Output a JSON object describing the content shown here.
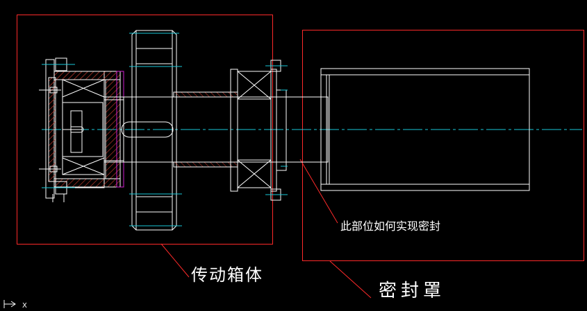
{
  "labels": {
    "question": "此部位如何实现密封",
    "gearbox": "传动箱体",
    "cover": "密封罩"
  },
  "ucs": {
    "axis_label": "X"
  },
  "colors": {
    "background": "#000000",
    "frame": "#ff2a2a",
    "geometry": "#ffffff",
    "centerline": "#19c8d8",
    "hatch": "#c0392b",
    "seal": "#d020d0",
    "text": "#ffffff"
  }
}
